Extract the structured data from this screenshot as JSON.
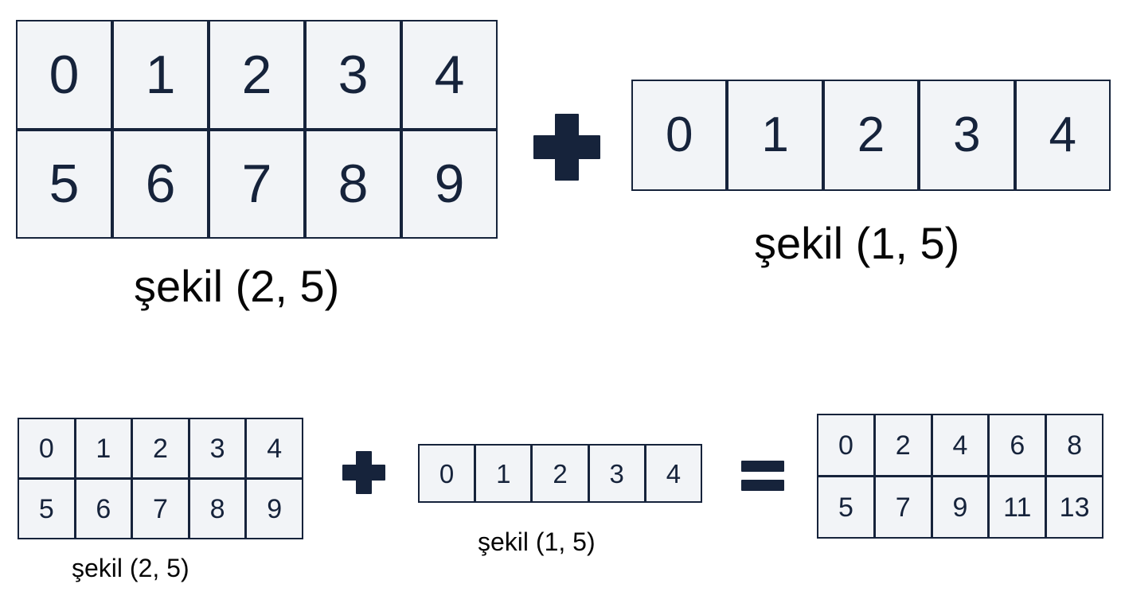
{
  "figure": {
    "title_alt": "NumPy broadcasting diagram (Turkish labels)",
    "colors": {
      "grid_border": "#16233b",
      "cell_fill": "#f2f4f7",
      "caption_text": "#060606",
      "background": "#ffffff"
    },
    "operators": {
      "plus_top": "+",
      "plus_bottom": "+",
      "equals_bottom": "="
    },
    "top_row": {
      "grid_a": {
        "shape_label": "şekil (2, 5)",
        "rows": 2,
        "cols": 5,
        "values": [
          [
            "0",
            "1",
            "2",
            "3",
            "4"
          ],
          [
            "5",
            "6",
            "7",
            "8",
            "9"
          ]
        ]
      },
      "grid_b": {
        "shape_label": "şekil (1, 5)",
        "rows": 1,
        "cols": 5,
        "values": [
          [
            "0",
            "1",
            "2",
            "3",
            "4"
          ]
        ]
      }
    },
    "bottom_row": {
      "grid_c": {
        "shape_label": "şekil (2, 5)",
        "rows": 2,
        "cols": 5,
        "values": [
          [
            "0",
            "1",
            "2",
            "3",
            "4"
          ],
          [
            "5",
            "6",
            "7",
            "8",
            "9"
          ]
        ]
      },
      "grid_d": {
        "shape_label": "şekil (1, 5)",
        "rows": 1,
        "cols": 5,
        "values": [
          [
            "0",
            "1",
            "2",
            "3",
            "4"
          ]
        ]
      },
      "grid_e": {
        "shape_label": "",
        "rows": 2,
        "cols": 5,
        "values": [
          [
            "0",
            "2",
            "4",
            "6",
            "8"
          ],
          [
            "5",
            "7",
            "9",
            "11",
            "13"
          ]
        ]
      }
    }
  }
}
